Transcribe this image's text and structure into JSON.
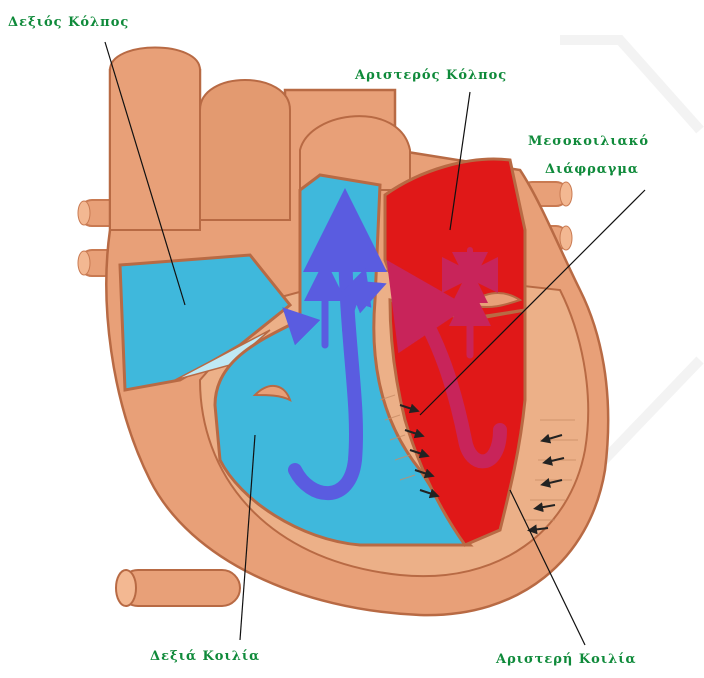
{
  "labels": {
    "right_atrium": "Δεξιός Κόλπος",
    "left_atrium": "Αριστερός Κόλπος",
    "septum_line1": "Μεσοκοιλιακό",
    "septum_line2": "Διάφραγμα",
    "right_ventricle": "Δεξιά Κοιλία",
    "left_ventricle": "Αριστερή Κοιλία"
  },
  "colors": {
    "label_text": "#0f8a3a",
    "muscle": "#e8a078",
    "muscle_dark": "#c97a52",
    "muscle_light": "#f3b892",
    "deoxygenated_blood": "#3fb8dc",
    "oxygenated_blood": "#e01818",
    "blue_arrow": "#5a5ce0",
    "red_arrow": "#c8245a"
  }
}
